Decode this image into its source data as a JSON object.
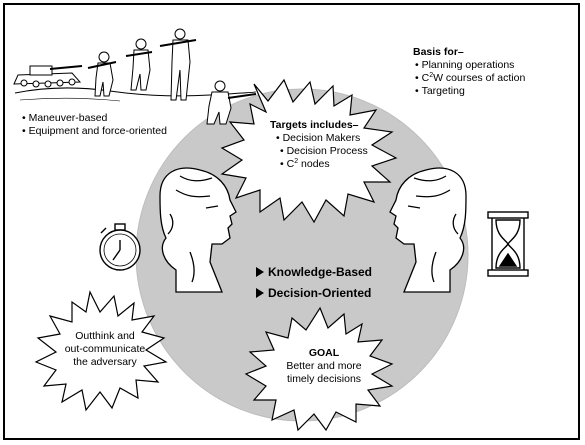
{
  "left_notes": [
    "Maneuver-based",
    "Equipment and force-oriented"
  ],
  "basis": {
    "title": "Basis for–",
    "items": [
      {
        "text": "Planning operations"
      },
      {
        "pre": "C",
        "sup": "2",
        "post": "W courses of action"
      },
      {
        "text": "Targeting"
      }
    ]
  },
  "targets": {
    "title": "Targets includes–",
    "items": [
      {
        "text": "Decision Makers"
      },
      {
        "text": "Decision Process"
      },
      {
        "pre": "C",
        "sup": "2",
        "post": " nodes"
      }
    ]
  },
  "center_points": [
    "Knowledge-Based",
    "Decision-Oriented"
  ],
  "outthink": [
    "Outthink and",
    "out-communicate",
    "the adversary"
  ],
  "goal": {
    "title": "GOAL",
    "lines": [
      "Better and more",
      "timely decisions"
    ]
  },
  "icons": [
    "soldiers-illustration",
    "tank-illustration",
    "head-profile-left-icon",
    "head-profile-right-icon",
    "stopwatch-icon",
    "hourglass-icon"
  ]
}
